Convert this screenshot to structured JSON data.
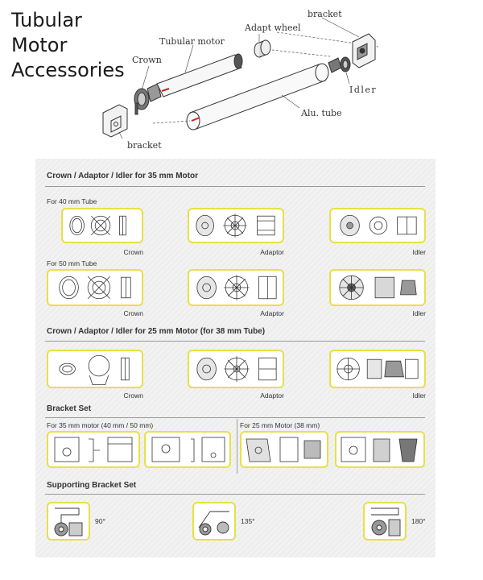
{
  "header": {
    "title": "Tubular\nMotor\nAccessories"
  },
  "diagram_labels": {
    "crown": "Crown",
    "tubular_motor": "Tubular motor",
    "adapt_wheel": "Adapt wheel",
    "bracket_top": "bracket",
    "idler": "Idler",
    "alu_tube": "Alu. tube",
    "bracket_bottom": "bracket"
  },
  "section_35": {
    "title": "Crown / Adaptor / Idler for 35 mm Motor",
    "tube40_label": "For 40 mm Tube",
    "tube50_label": "For 50 mm Tube",
    "captions": {
      "crown": "Crown",
      "adaptor": "Adaptor",
      "idler": "Idler"
    }
  },
  "section_25": {
    "title": "Crown / Adaptor / Idler for 25 mm Motor (for 38 mm Tube)",
    "captions": {
      "crown": "Crown",
      "adaptor": "Adaptor",
      "idler": "Idler"
    }
  },
  "bracket_set": {
    "title": "Bracket Set",
    "label_35": "For 35 mm motor (40 mm / 50 mm)",
    "label_25": "For 25 mm Motor (38 mm)"
  },
  "supporting_bracket_set": {
    "title": "Supporting Bracket Set",
    "angles": [
      "90°",
      "135°",
      "180°"
    ]
  },
  "colors": {
    "card_border": "#e8e046",
    "panel_background": "#eeeeee",
    "accent_red": "#cc2222"
  }
}
